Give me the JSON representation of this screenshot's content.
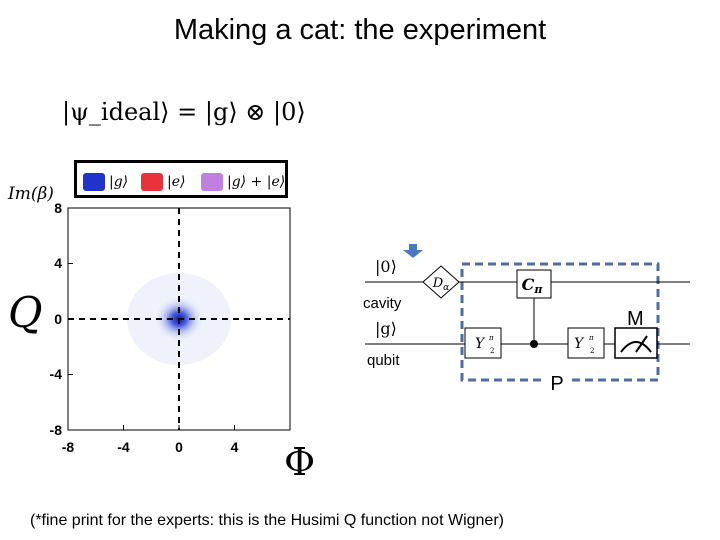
{
  "title": "Making a cat: the experiment",
  "equation": "|ψ_ideal⟩ = |g⟩ ⊗ |0⟩",
  "legend": [
    {
      "label": "|g⟩",
      "color": "#2233cc"
    },
    {
      "label": "|e⟩",
      "color": "#e8323c"
    },
    {
      "label": "|g⟩ + |e⟩",
      "color": "#c080e0"
    }
  ],
  "plot": {
    "y_axis_label": "Im(β)",
    "y_big_label": "Q",
    "x_big_label": "Φ",
    "x_ticks": [
      "-8",
      "-4",
      "0",
      "4"
    ],
    "y_ticks": [
      "8",
      "4",
      "0",
      "-4",
      "-8"
    ],
    "blob_center": [
      0,
      0
    ],
    "blob_color": "#1a2ccc"
  },
  "circuit": {
    "cavity_state": "|0⟩",
    "qubit_state": "|g⟩",
    "cavity_label": "cavity",
    "qubit_label": "qubit",
    "displacement_gate": "D",
    "displacement_sub": "α",
    "conditional_gate": "C",
    "conditional_sub": "π",
    "rotation_gate_1": "Y",
    "rotation_gate_1_sup": "π",
    "rotation_gate_1_sub": "2",
    "rotation_gate_2": "Y",
    "rotation_gate_2_sup": "π",
    "rotation_gate_2_sub": "2",
    "measurement_label": "M",
    "parity_label": "P",
    "dashed_box_color": "#4d6fa0",
    "arrow_color": "#4a78c4"
  },
  "footnote": "(*fine print for the experts: this is the Husimi Q function not Wigner)"
}
